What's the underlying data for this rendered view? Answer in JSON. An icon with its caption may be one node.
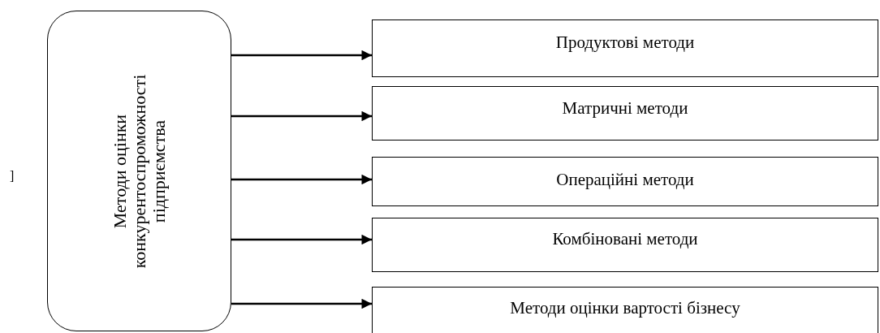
{
  "diagram": {
    "nodes": [
      {
        "text": [
          "Методи оцінки конкурентоспроможності підприємства"
        ]
      },
      {
        "text": [
          "Продуктові методи"
        ]
      },
      {
        "text": [
          "Матричні методи"
        ]
      },
      {
        "text": [
          "Операційні методи"
        ]
      },
      {
        "text": [
          "Комбіновані методи"
        ]
      },
      {
        "text": [
          "Методи оцінки вартості бізнесу"
        ]
      }
    ],
    "edges": [
      {
        "from": 0,
        "to": 1,
        "arrow": "to"
      },
      {
        "from": 0,
        "to": 2,
        "arrow": "to"
      },
      {
        "from": 0,
        "to": 3,
        "arrow": "to"
      },
      {
        "from": 0,
        "to": 4,
        "arrow": "to"
      },
      {
        "from": 0,
        "to": 5,
        "arrow": "to"
      }
    ],
    "labels": [
      "]"
    ]
  }
}
